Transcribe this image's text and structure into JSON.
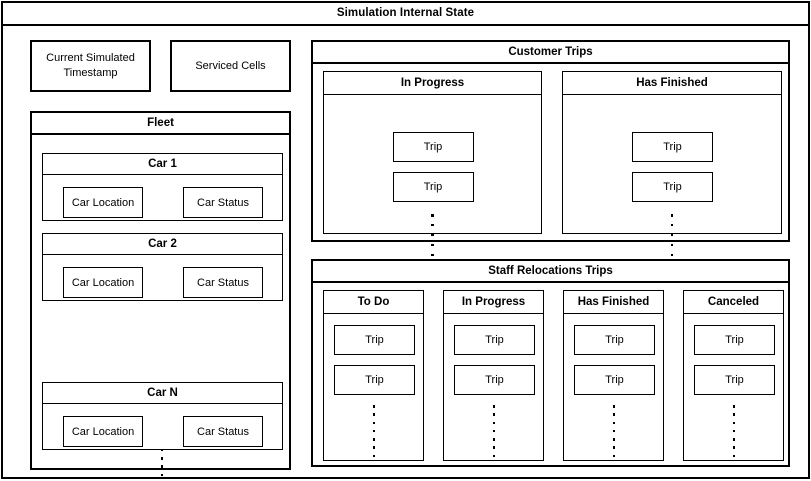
{
  "window": {
    "title": "Simulation Internal State"
  },
  "stats": {
    "timestamp_label": "Current Simulated Timestamp",
    "serviced_cells_label": "Serviced Cells"
  },
  "fleet": {
    "title": "Fleet",
    "cars": [
      {
        "name": "Car 1",
        "location_label": "Car Location",
        "status_label": "Car Status"
      },
      {
        "name": "Car 2",
        "location_label": "Car Location",
        "status_label": "Car Status"
      },
      {
        "name": "Car N",
        "location_label": "Car Location",
        "status_label": "Car Status"
      }
    ],
    "ellipsis": "vertical-dots"
  },
  "customer_trips": {
    "title": "Customer Trips",
    "columns": [
      {
        "title": "In Progress",
        "trips": [
          "Trip",
          "Trip"
        ],
        "ellipsis": "vertical-dots"
      },
      {
        "title": "Has Finished",
        "trips": [
          "Trip",
          "Trip"
        ],
        "ellipsis": "vertical-dots"
      }
    ]
  },
  "staff_relocations": {
    "title": "Staff Relocations Trips",
    "columns": [
      {
        "title": "To Do",
        "trips": [
          "Trip",
          "Trip"
        ],
        "ellipsis": "vertical-dots"
      },
      {
        "title": "In Progress",
        "trips": [
          "Trip",
          "Trip"
        ],
        "ellipsis": "vertical-dots"
      },
      {
        "title": "Has Finished",
        "trips": [
          "Trip",
          "Trip"
        ],
        "ellipsis": "vertical-dots"
      },
      {
        "title": "Canceled",
        "trips": [
          "Trip",
          "Trip"
        ],
        "ellipsis": "vertical-dots"
      }
    ]
  },
  "colors": {
    "stroke": "#000000",
    "background": "#ffffff",
    "text": "#000000"
  }
}
